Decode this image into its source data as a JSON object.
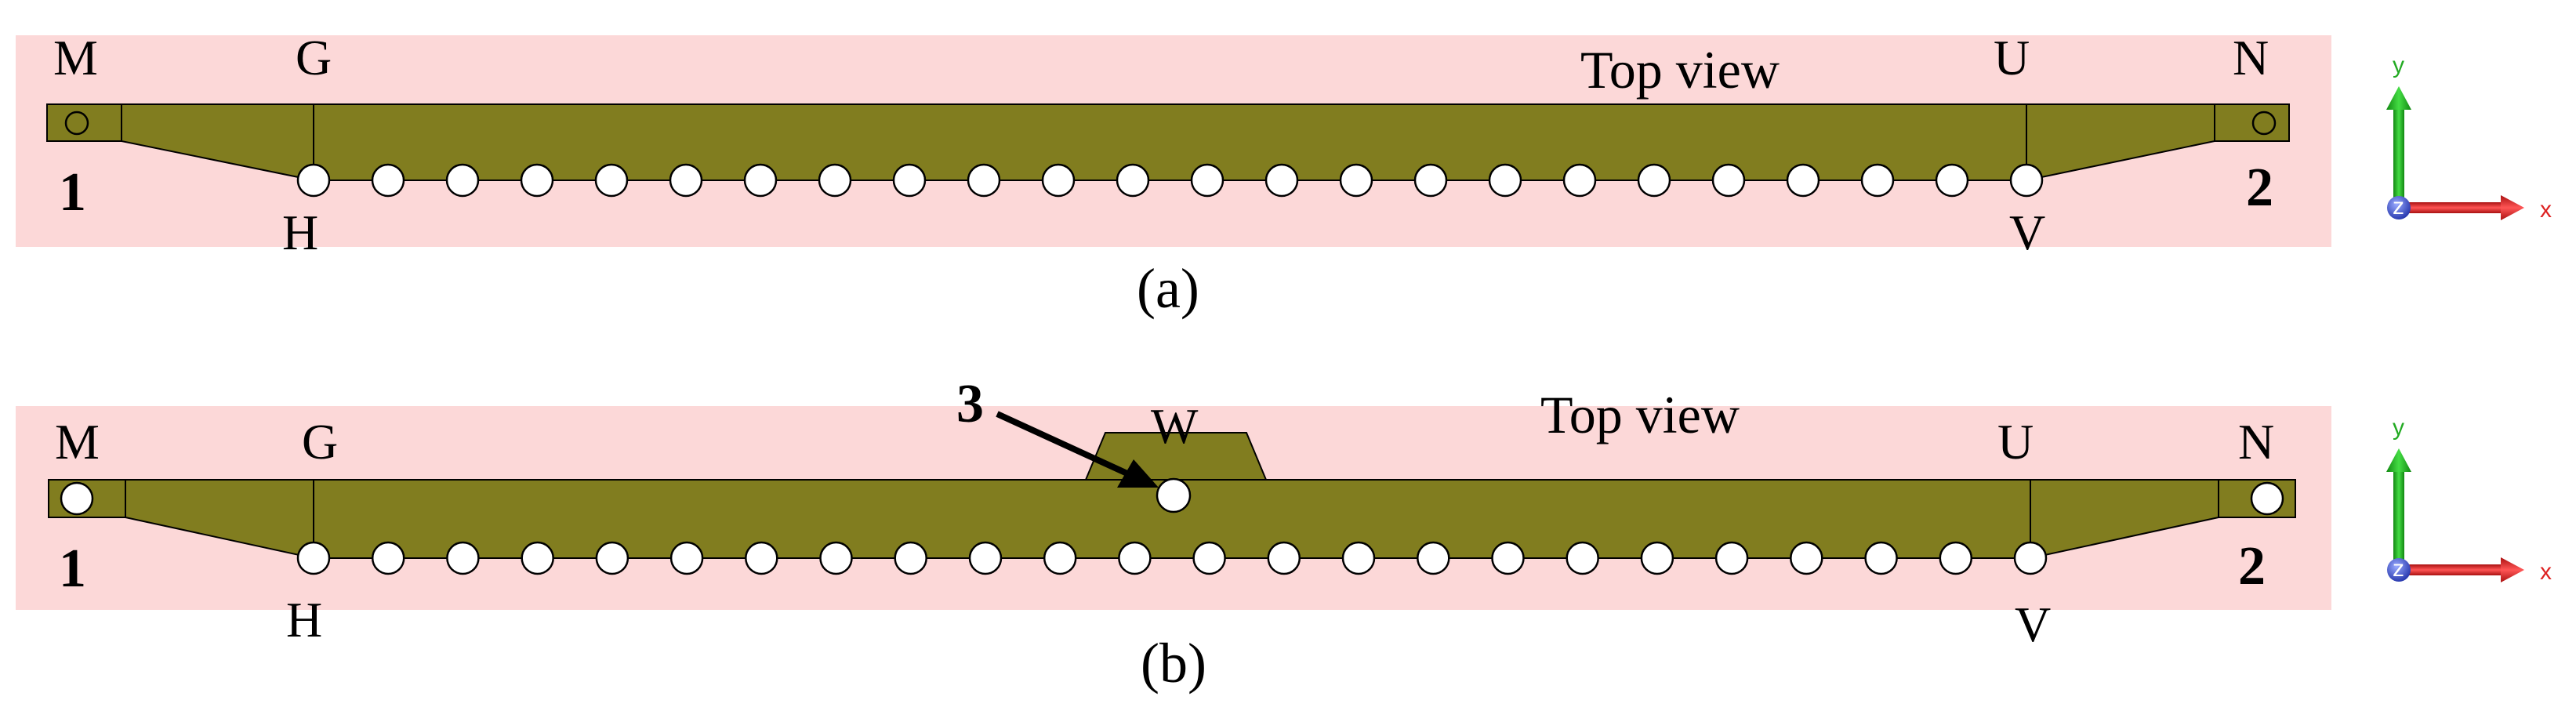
{
  "panels": [
    {
      "caption": "(a)",
      "view_label": "Top view",
      "corner_labels": {
        "M": "M",
        "G": "G",
        "H": "H",
        "U": "U",
        "N": "N",
        "V": "V"
      },
      "port_labels": [
        "1",
        "2"
      ],
      "via_count": 24
    },
    {
      "caption": "(b)",
      "view_label": "Top view",
      "corner_labels": {
        "M": "M",
        "G": "G",
        "H": "H",
        "U": "U",
        "N": "N",
        "V": "V"
      },
      "port_labels": [
        "1",
        "2"
      ],
      "via_count": 24,
      "feed_label": "W",
      "callout_label": "3"
    }
  ],
  "axes": {
    "y": "y",
    "x": "x",
    "z": "z"
  },
  "colors": {
    "background": "#fcd8d8",
    "conductor": "#817d1f",
    "outline": "#000000",
    "via": "#ffffff",
    "axis_y": "#22bb22",
    "axis_x": "#dd2222",
    "axis_z": "#3355dd",
    "axis_text_y": "#22aa22",
    "axis_text_x": "#dd2222"
  }
}
